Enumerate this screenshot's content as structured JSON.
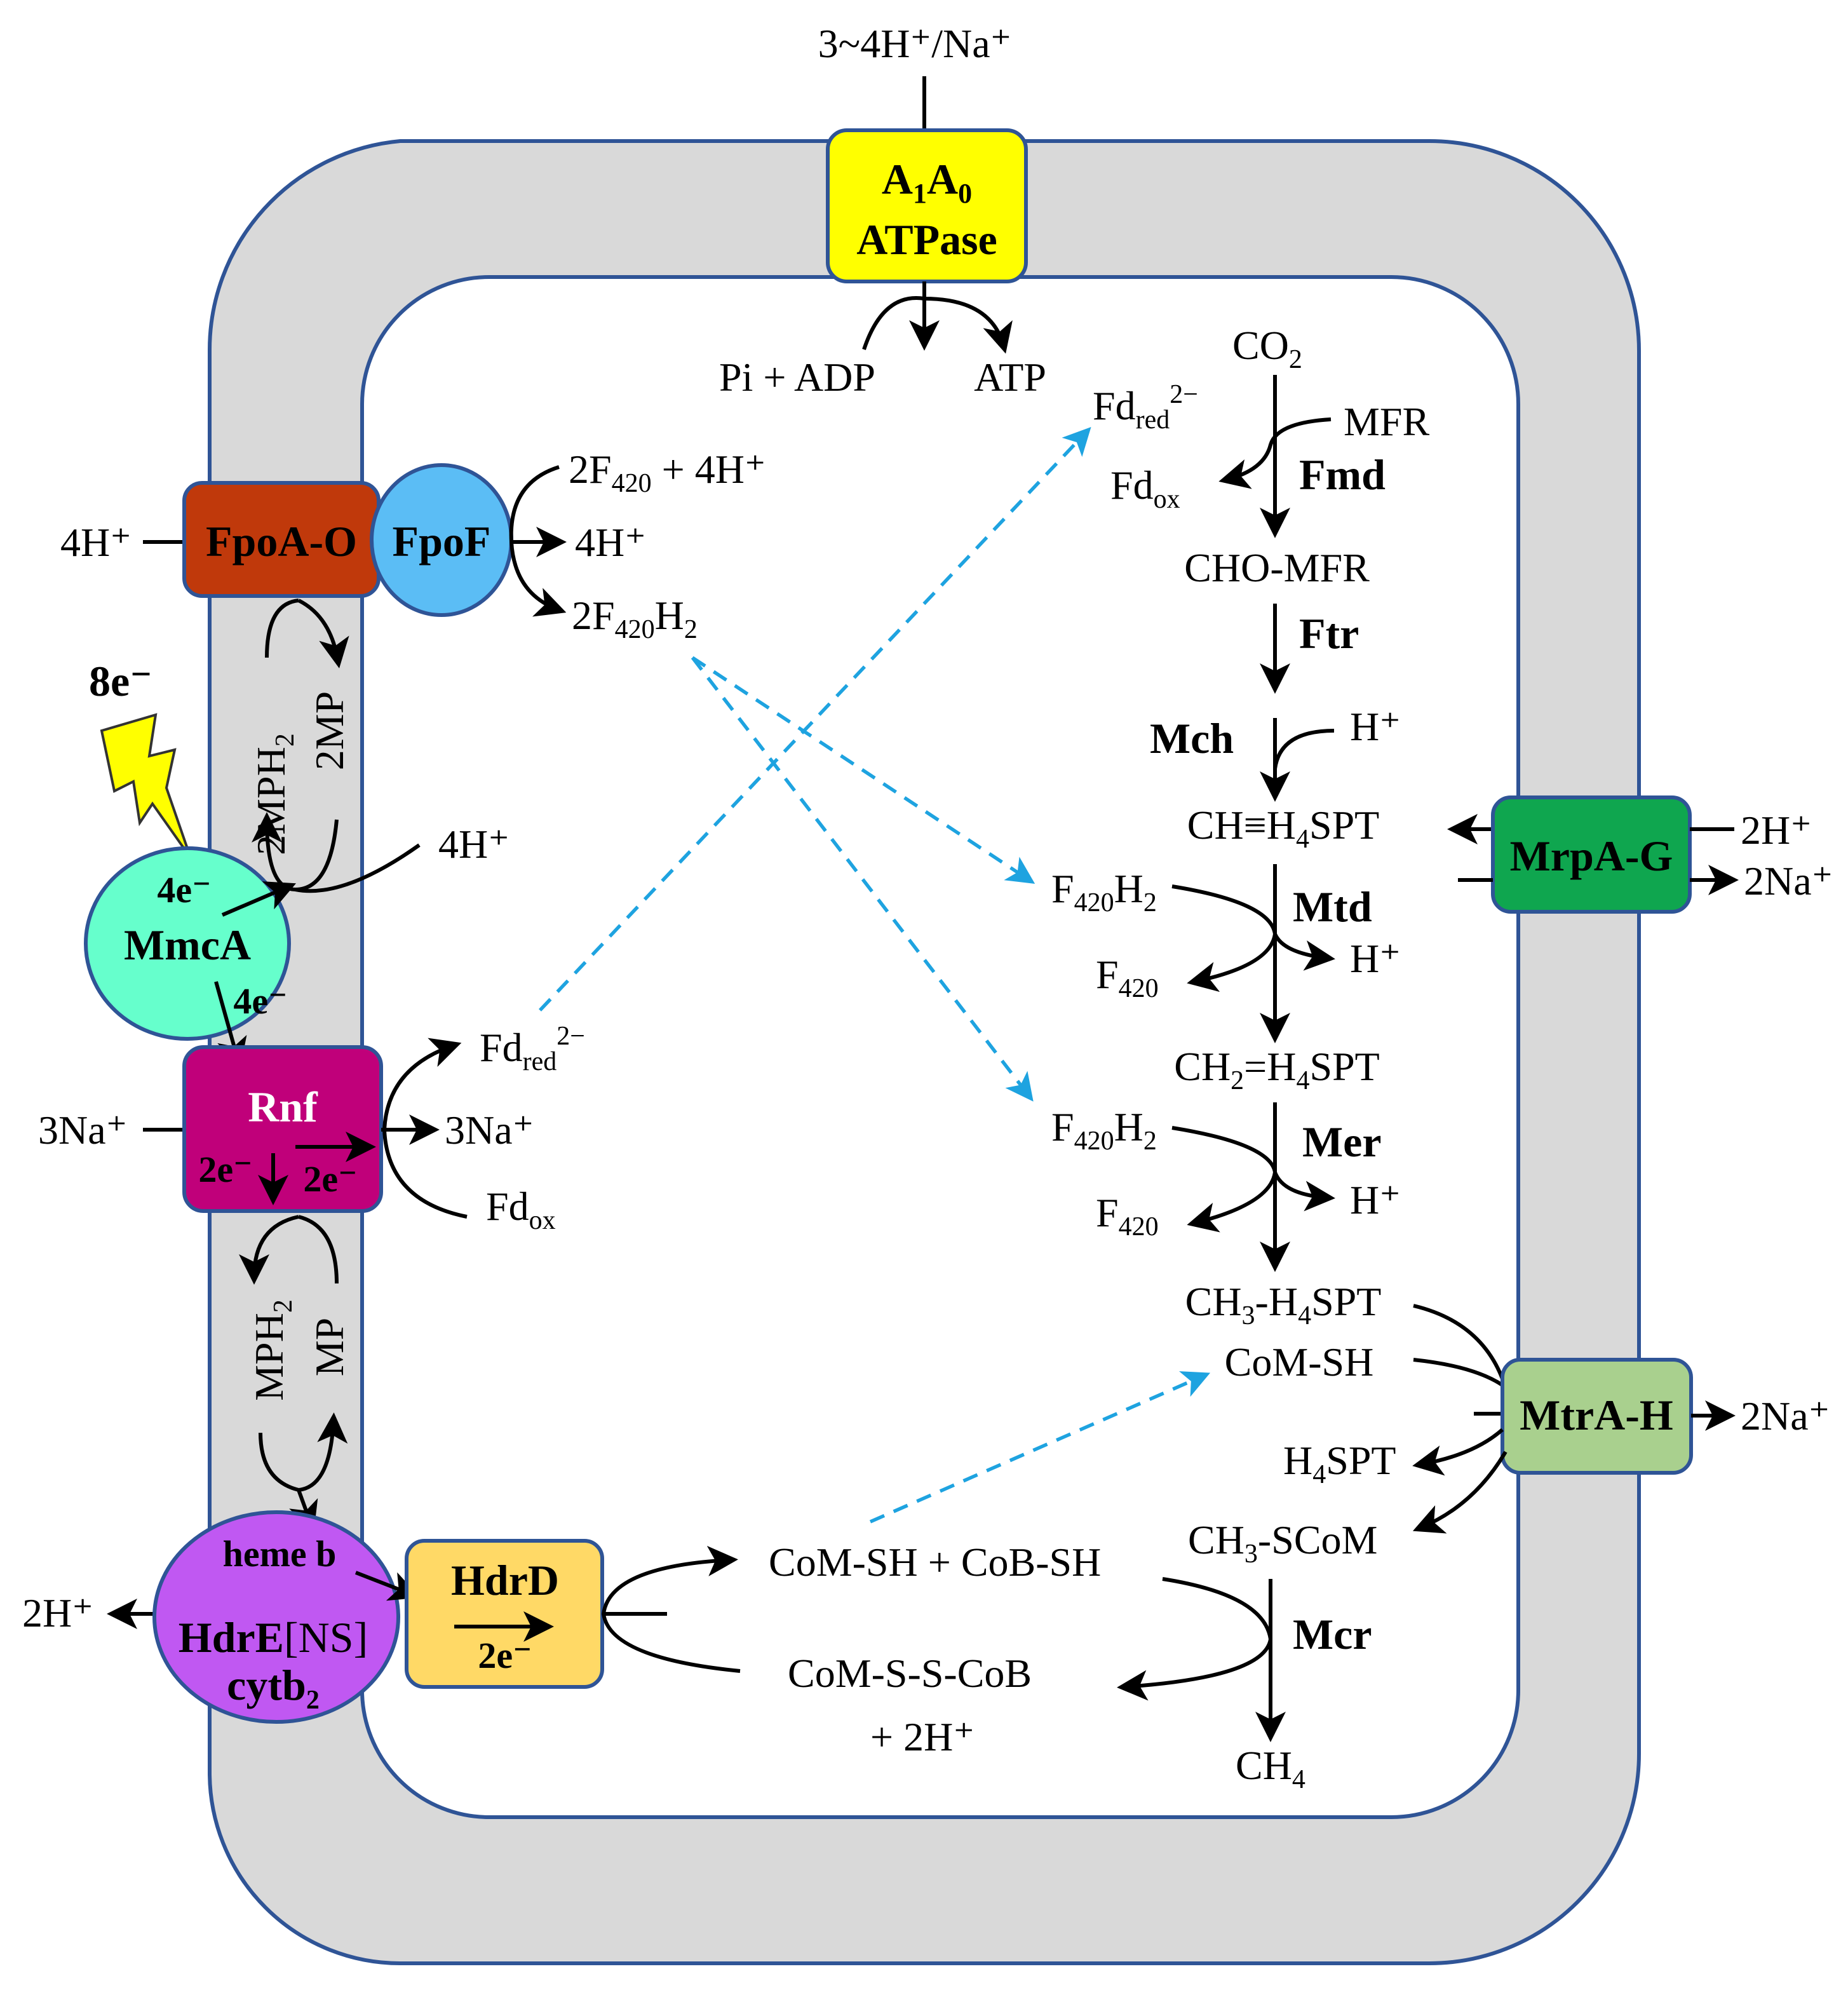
{
  "colors": {
    "membrane_fill": "#d9d9d9",
    "membrane_stroke": "#2f5496",
    "atpase": "#ffff00",
    "fpoao": "#c0390b",
    "fpof": "#5bbdf5",
    "mmca": "#66ffcc",
    "rnf": "#c0007a",
    "hdre": "#c058f2",
    "hdrd": "#ffd966",
    "mrpag": "#0fa64f",
    "mtrah": "#a9d08e",
    "dashed_arrow": "#1ea3e0",
    "lightning": "#ffff00"
  },
  "icons": {
    "lightning": "lightning-bolt-icon"
  },
  "labels": {
    "top_ions": "3~4H⁺/Na⁺",
    "atpase_1": "A",
    "atpase_1_sub": "1",
    "atpase_2": "A",
    "atpase_2_sub": "0",
    "atpase_3": "ATPase",
    "pi_adp": "Pi + ADP",
    "atp": "ATP",
    "fpoao": "FpoA-O",
    "fpof": "FpoF",
    "fpo_h_in": "4H⁺",
    "fpo_f420": "2F",
    "fpo_f420_sub": "420",
    "fpo_f420_rest": " + 4H⁺",
    "fpo_h_out": "4H⁺",
    "fpo_f420h2_a": "2F",
    "fpo_f420h2_sub": "420",
    "fpo_f420h2_b": "H",
    "fpo_f420h2_sub2": "2",
    "e8": "8e⁻",
    "mph2_top": "2MPH",
    "mph2_top_sub": "2",
    "mp_top": "2MP",
    "mmca_h": "4H⁺",
    "mmca_e_top": "4e⁻",
    "mmca": "MmcA",
    "mmca_e_bottom": "4e⁻",
    "rnf": "Rnf",
    "rnf_na_in": "3Na⁺",
    "rnf_e_left": "2e⁻",
    "rnf_e_right": "2e⁻",
    "rnf_fdred": "Fd",
    "rnf_fdred_sub": "red",
    "rnf_fdred_sup": "2−",
    "rnf_na_out": "3Na⁺",
    "rnf_fdox": "Fd",
    "rnf_fdox_sub": "ox",
    "mph2_bottom": "MPH",
    "mph2_bottom_sub": "2",
    "mp_bottom": "MP",
    "heme_b": "heme b",
    "hdre_a": "HdrE",
    "hdre_b": "[NS]",
    "cytb2": "cytb",
    "cytb2_sub": "2",
    "hdre_h_out": "2H⁺",
    "hdrd": "HdrD",
    "hdrd_e": "2e⁻",
    "com_cob_sh": "CoM-SH + CoB-SH",
    "com_s_s_cob": "CoM-S-S-CoB",
    "plus_2h": "+ 2H⁺",
    "co2": "CO",
    "co2_sub": "2",
    "fmd_fdred": "Fd",
    "fmd_fdred_sub": "red",
    "fmd_fdred_sup": "2−",
    "mfr": "MFR",
    "fmd_fdox": "Fd",
    "fmd_fdox_sub": "ox",
    "fmd": "Fmd",
    "cho_mfr": "CHO-MFR",
    "ftr": "Ftr",
    "mch": "Mch",
    "mch_h": "H⁺",
    "ch_h4spt_a": "CH≡H",
    "ch_h4spt_sub": "4",
    "ch_h4spt_b": "SPT",
    "mrpag": "MrpA-G",
    "mrp_h": "2H⁺",
    "mrp_na": "2Na⁺",
    "mtd_f420h2": "F",
    "mtd_f420h2_sub": "420",
    "mtd_f420h2_b": "H",
    "mtd_f420h2_sub2": "2",
    "mtd": "Mtd",
    "mtd_f420": "F",
    "mtd_f420_sub": "420",
    "mtd_h": "H⁺",
    "ch2_a": "CH",
    "ch2_sub": "2",
    "ch2_b": "=H",
    "ch2_sub2": "4",
    "ch2_c": "SPT",
    "mer_f420h2": "F",
    "mer_f420h2_sub": "420",
    "mer_f420h2_b": "H",
    "mer_f420h2_sub2": "2",
    "mer": "Mer",
    "mer_f420": "F",
    "mer_f420_sub": "420",
    "mer_h": "H⁺",
    "ch3_a": "CH",
    "ch3_sub": "3",
    "ch3_b": "-H",
    "ch3_sub2": "4",
    "ch3_c": "SPT",
    "com_sh": "CoM-SH",
    "mtrah": "MtrA-H",
    "mtr_na": "2Na⁺",
    "h4spt_a": "H",
    "h4spt_sub": "4",
    "h4spt_b": "SPT",
    "ch3scom_a": "CH",
    "ch3scom_sub": "3",
    "ch3scom_b": "-SCoM",
    "mcr": "Mcr",
    "ch4": "CH",
    "ch4_sub": "4"
  }
}
